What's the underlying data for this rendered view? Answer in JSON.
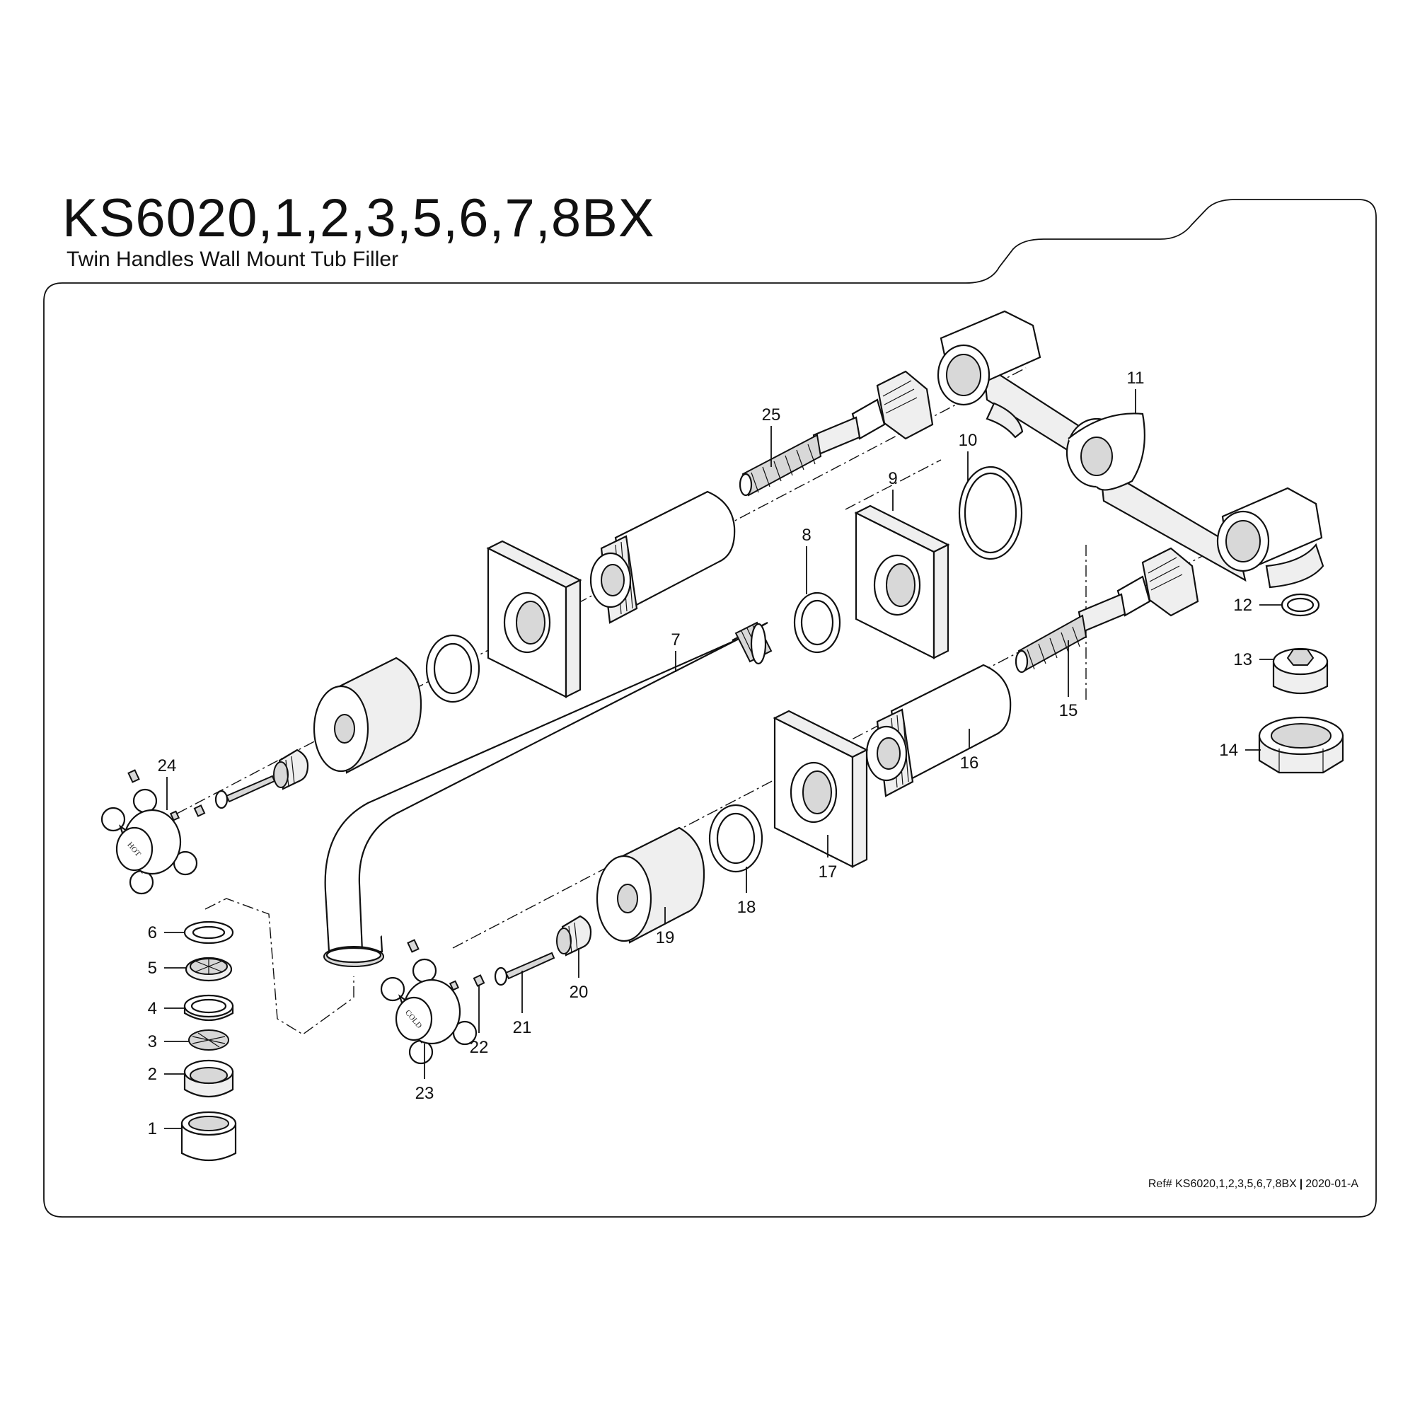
{
  "header": {
    "title": "KS6020,1,2,3,5,6,7,8BX",
    "subtitle": "Twin Handles Wall Mount Tub Filler"
  },
  "footer": {
    "ref_label": "Ref# KS6020,1,2,3,5,6,7,8BX",
    "separator": "|",
    "revision": "2020-01-A"
  },
  "handles": {
    "hot_label": "HOT",
    "cold_label": "COLD"
  },
  "callouts": [
    {
      "number": "1"
    },
    {
      "number": "2"
    },
    {
      "number": "3"
    },
    {
      "number": "4"
    },
    {
      "number": "5"
    },
    {
      "number": "6"
    },
    {
      "number": "7"
    },
    {
      "number": "8"
    },
    {
      "number": "9"
    },
    {
      "number": "10"
    },
    {
      "number": "11"
    },
    {
      "number": "12"
    },
    {
      "number": "13"
    },
    {
      "number": "14"
    },
    {
      "number": "15"
    },
    {
      "number": "16"
    },
    {
      "number": "17"
    },
    {
      "number": "18"
    },
    {
      "number": "19"
    },
    {
      "number": "20"
    },
    {
      "number": "21"
    },
    {
      "number": "22"
    },
    {
      "number": "23"
    },
    {
      "number": "24"
    },
    {
      "number": "25"
    }
  ]
}
